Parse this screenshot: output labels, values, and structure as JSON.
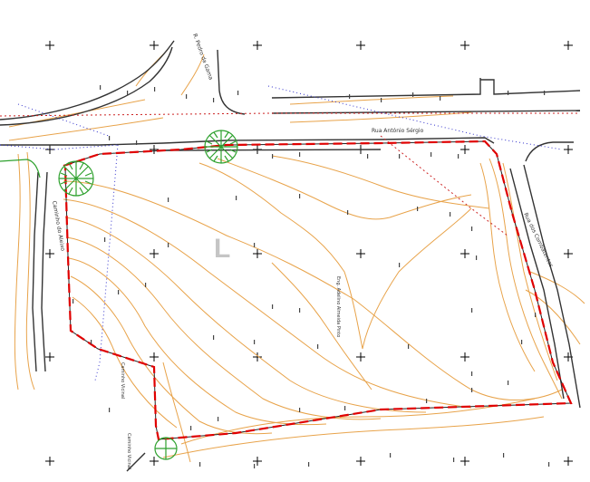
{
  "map": {
    "watermark": "L",
    "street_labels": {
      "r_pedro_gama": "R. Pedro da Gama",
      "rua_antonio_sergio": "Rua António Sérgio",
      "caminho_aleixo": "Caminho do Aleixo",
      "rua_combatentes": "Rua dos Combatentes",
      "caminho_vicinal_1": "Caminho Vicinal",
      "caminho_vicinal_2": "Caminho Vicinal",
      "ilegible_center": "Eng. Adelino Almeida Pinto"
    },
    "colors": {
      "boundary": "#e00000",
      "contour": "#e8a34a",
      "road": "#333333",
      "dotted_blue": "#3333cc",
      "dotted_red": "#cc2222",
      "tree": "#2ea12e",
      "grid_cross": "#000000"
    }
  }
}
